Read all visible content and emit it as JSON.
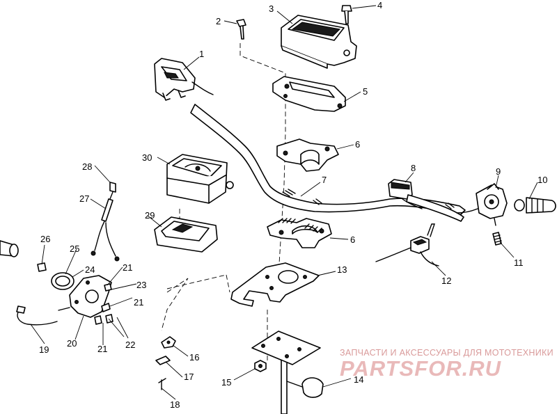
{
  "callouts": [
    "1",
    "2",
    "3",
    "4",
    "5",
    "6",
    "6",
    "7",
    "8",
    "9",
    "10",
    "11",
    "12",
    "13",
    "14",
    "15",
    "16",
    "17",
    "18",
    "19",
    "20",
    "21",
    "21",
    "21",
    "22",
    "23",
    "24",
    "25",
    "26",
    "27",
    "28",
    "29",
    "30"
  ],
  "watermark": {
    "line1": "ЗАПЧАСТИ И АКСЕССУАРЫ ДЛЯ МОТОТЕХНИКИ",
    "line2": "PARTSFOR.RU"
  },
  "colors": {
    "line": "#000000",
    "background": "#ffffff",
    "watermark": "#e9b9b9"
  }
}
